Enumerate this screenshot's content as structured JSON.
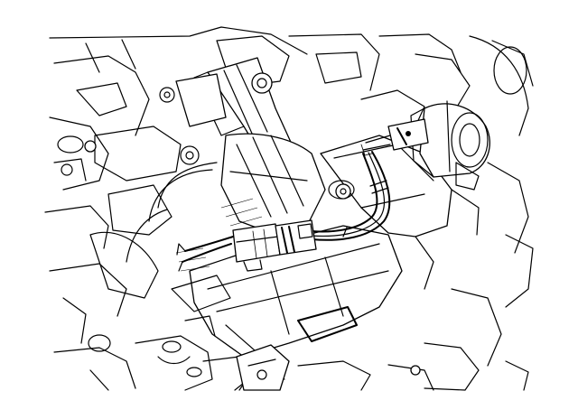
{
  "figure": {
    "kind": "line-art technical illustration",
    "colors": {
      "line": "#000000",
      "background": "#ffffff"
    },
    "parts": [
      "steering-column-housing",
      "ignition-key-cylinder",
      "key-reminder-switch",
      "wire-harness",
      "harness-connector",
      "column-mounting-bracket",
      "bolt"
    ]
  }
}
